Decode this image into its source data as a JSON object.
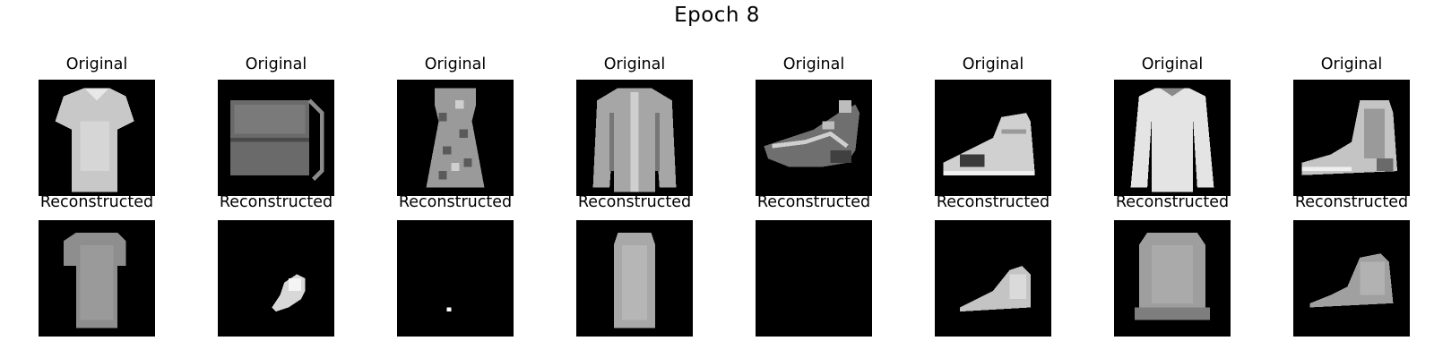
{
  "figure": {
    "title": "Epoch 8"
  },
  "rows": [
    {
      "label": "Original",
      "images": [
        {
          "depicts": "t-shirt"
        },
        {
          "depicts": "bag"
        },
        {
          "depicts": "dress"
        },
        {
          "depicts": "shirt"
        },
        {
          "depicts": "sandal"
        },
        {
          "depicts": "ankle-boot"
        },
        {
          "depicts": "pullover"
        },
        {
          "depicts": "ankle-boot"
        }
      ]
    },
    {
      "label": "Reconstructed",
      "images": [
        {
          "depicts": "blurry-t-shirt"
        },
        {
          "depicts": "small-blob"
        },
        {
          "depicts": "single-dot"
        },
        {
          "depicts": "blurry-dress"
        },
        {
          "depicts": "empty"
        },
        {
          "depicts": "blurry-shoe"
        },
        {
          "depicts": "blurry-pullover"
        },
        {
          "depicts": "blurry-boot"
        }
      ]
    }
  ]
}
